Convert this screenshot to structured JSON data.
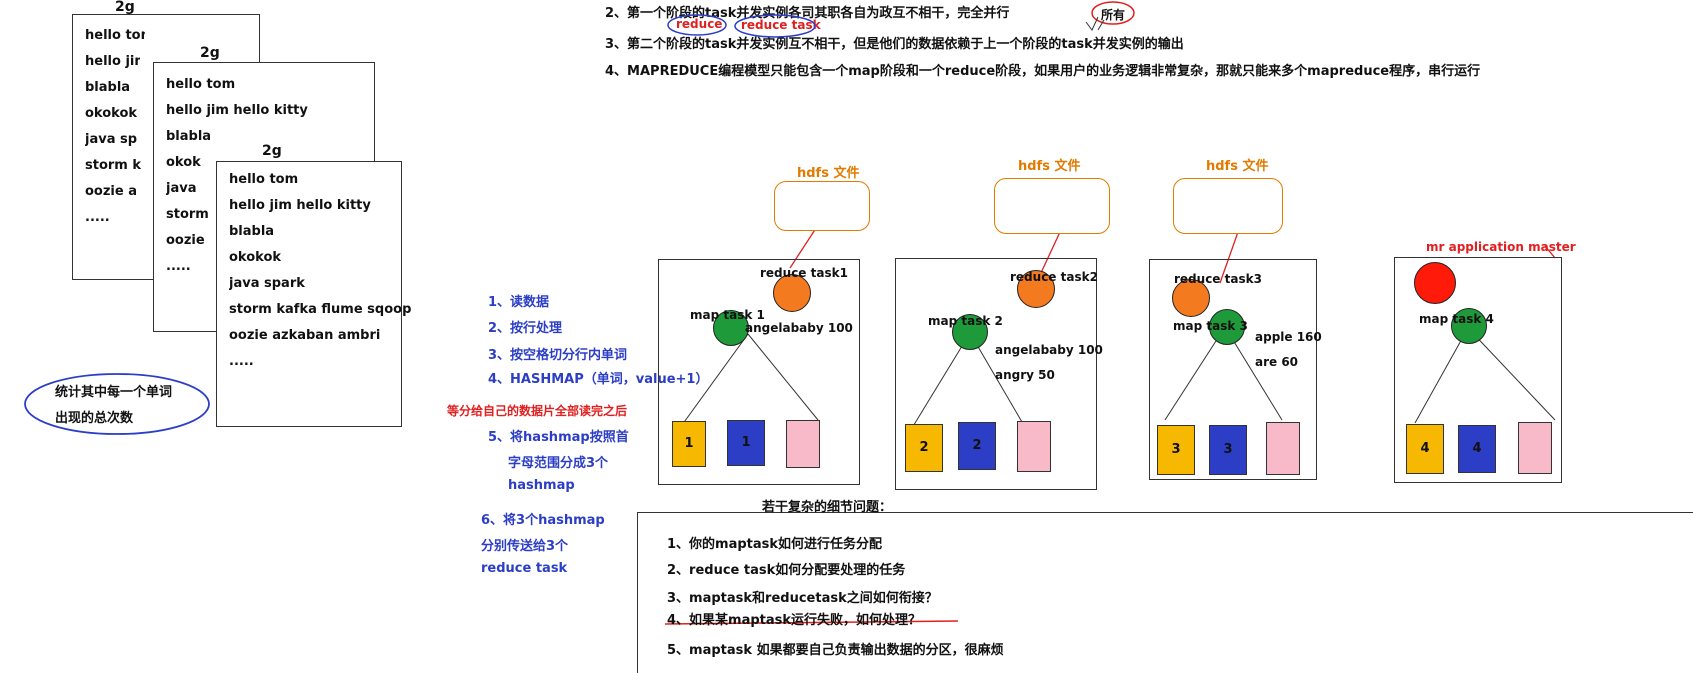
{
  "top_notes": [
    "2、第一个阶段的task并发实例各司其职各自为政互不相干，完全并行",
    "3、第二个阶段的task并发实例互不相干，但是他们的数据依赖于上一个阶段的task并发实例的输出",
    "4、MAPREDUCE编程模型只能包含一个map阶段和一个reduce阶段，如果用户的业务逻辑非常复杂，那就只能来多个mapreduce程序，串行运行"
  ],
  "annotations": {
    "reduce": "reduce",
    "reduce_task": "reduce task",
    "all": "所有"
  },
  "files": [
    {
      "size": "2g",
      "lines": [
        "hello tom",
        "hello jim",
        "blabla",
        "okokok",
        "java  sp",
        "storm k",
        "oozie  a",
        "....."
      ]
    },
    {
      "size": "2g",
      "lines": [
        "hello tom",
        "hello jim  hello kitty",
        "blabla",
        "okok",
        "java",
        "storm",
        "oozie",
        "....."
      ]
    },
    {
      "size": "2g",
      "lines": [
        "hello tom",
        "hello jim  hello kitty",
        "blabla",
        "okokok",
        "java   spark",
        "storm  kafka  flume  sqoop",
        "oozie  azkaban  ambri",
        "....."
      ]
    }
  ],
  "goal": [
    "统计其中每一个单词",
    "出现的总次数"
  ],
  "steps": [
    "1、读数据",
    "2、按行处理",
    "3、按空格切分行内单词",
    "4、HASHMAP（单词，value+1）"
  ],
  "red_note": "等分给自己的数据片全部读完之后",
  "steps2": [
    "5、将hashmap按照首",
    "字母范围分成3个",
    "hashmap"
  ],
  "steps3": [
    "6、将3个hashmap",
    "分别传送给3个",
    "reduce task"
  ],
  "hdfs_label": "hdfs 文件",
  "tasks": [
    {
      "reduce": "reduce task1",
      "map": "map task 1",
      "kv": [
        "angelababy 100"
      ],
      "parts": [
        "1",
        "1",
        ""
      ]
    },
    {
      "reduce": "reduce task2",
      "map": "map task 2",
      "kv": [
        "angelababy 100",
        "angry 50"
      ],
      "parts": [
        "2",
        "2",
        ""
      ]
    },
    {
      "reduce": "reduce task3",
      "map": "map task 3",
      "kv": [
        "apple  160",
        "are 60"
      ],
      "parts": [
        "3",
        "3",
        ""
      ]
    },
    {
      "reduce": "",
      "map": "map task 4",
      "kv": [],
      "parts": [
        "4",
        "4",
        ""
      ]
    }
  ],
  "app_master": "mr application master",
  "issues_title": "若干复杂的细节问题：",
  "issues": [
    "1、你的maptask如何进行任务分配",
    "2、reduce task如何分配要处理的任务",
    "3、maptask和reducetask之间如何衔接？",
    "4、如果某maptask运行失败，如何处理？",
    "5、maptask 如果都要自己负责输出数据的分区，很麻烦"
  ],
  "colors": {
    "map_node": "#1f9a3a",
    "reduce_node": "#f47a1f",
    "master_node": "#ff1a0a",
    "part_1": "#f6b800",
    "part_2": "#2c3ec6",
    "part_3": "#f8b9c8",
    "hdfs": "#e07b00",
    "step_text": "#2c3ec6",
    "note_red": "#e02020"
  }
}
